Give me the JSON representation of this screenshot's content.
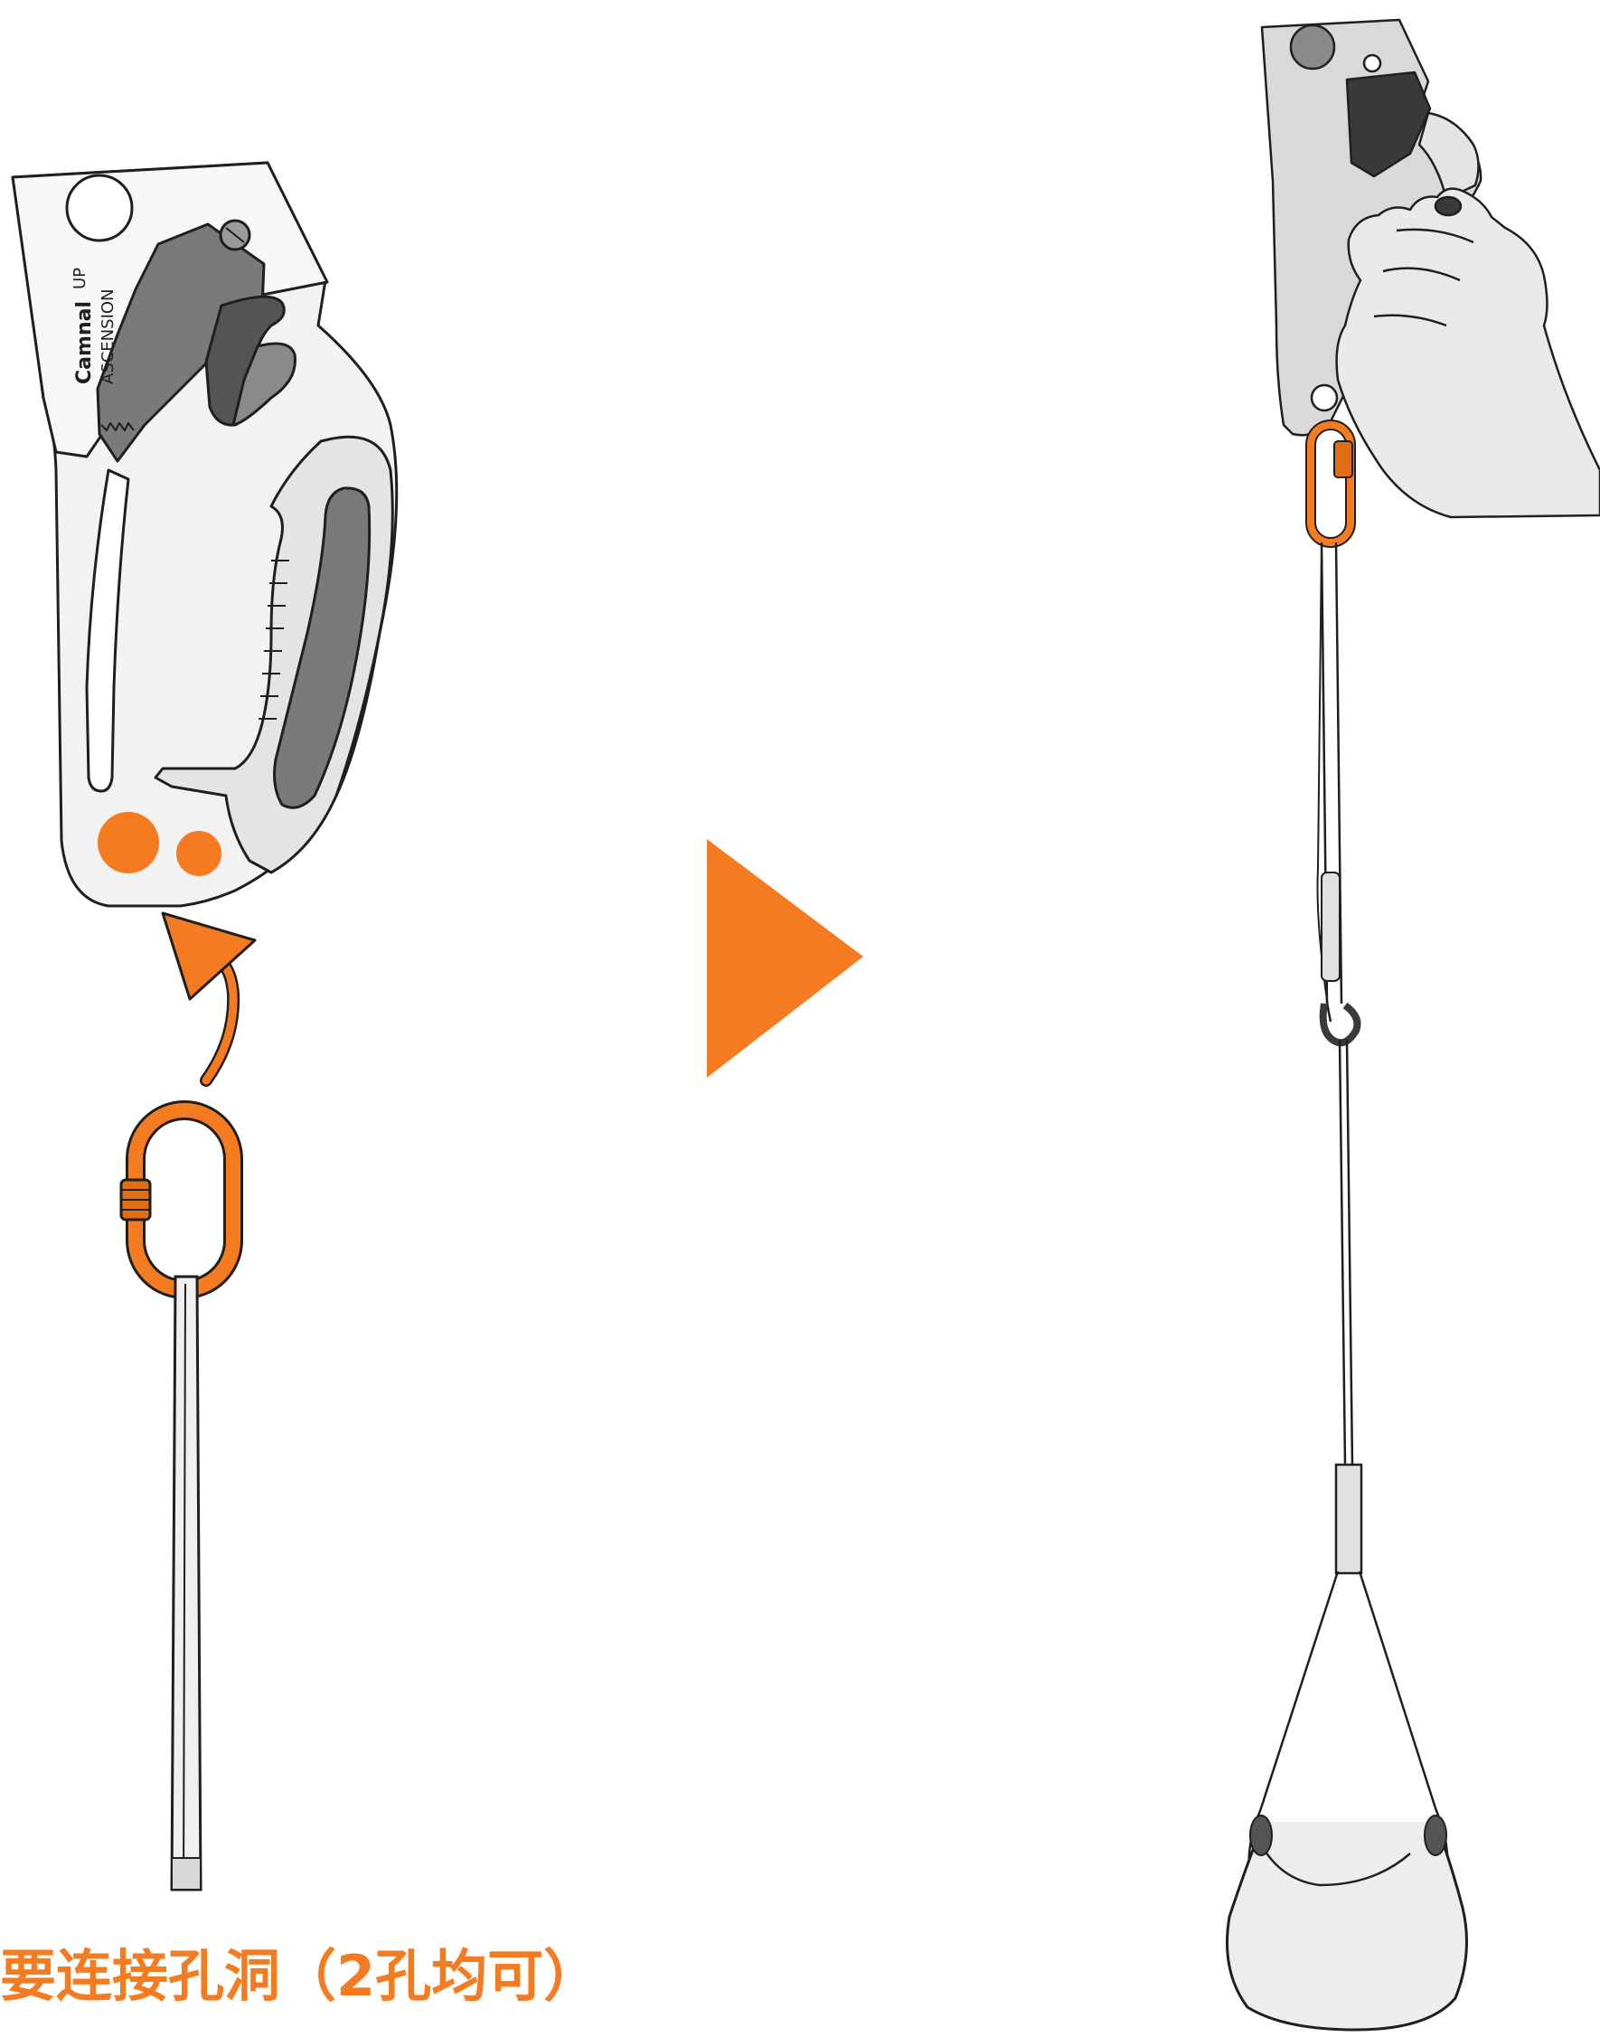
{
  "colors": {
    "accent": "#F47B20",
    "outline": "#1f1f1f",
    "device_body": "#EDEDED",
    "device_dark": "#7A7A7A",
    "device_darker": "#3A3A3A",
    "hand_fill": "#E9E9E9",
    "rope_fill": "#EFEFEF"
  },
  "device": {
    "brand": "Camnal",
    "model": "ASCENSION",
    "up_mark": "UP"
  },
  "icons": {
    "connect_arrow": "curved-arrow-up-icon",
    "next_step": "play-triangle-icon"
  },
  "caption": "要连接孔洞（2孔均可）"
}
